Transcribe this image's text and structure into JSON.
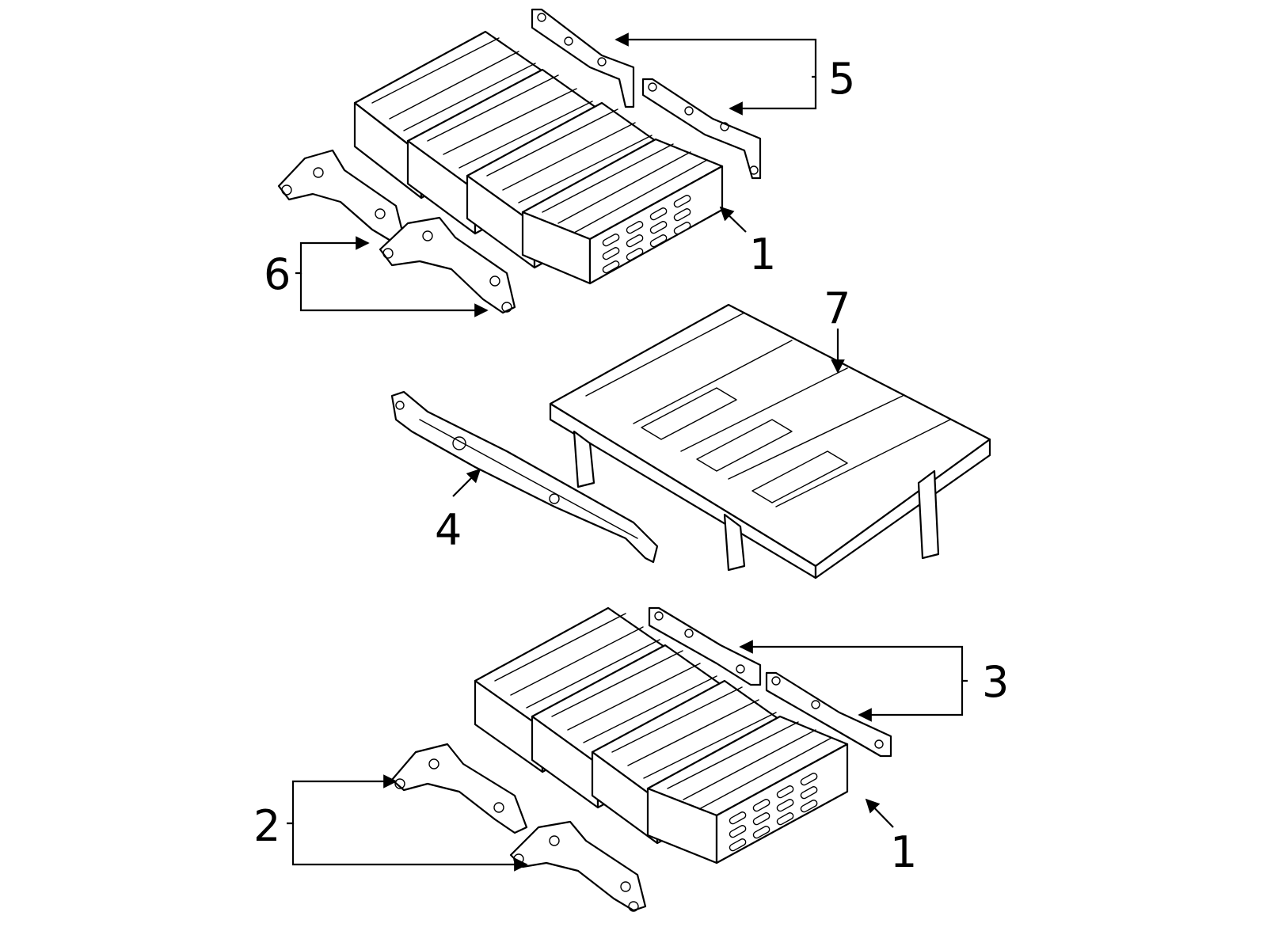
{
  "callouts": {
    "c1_top": "1",
    "c1_bottom": "1",
    "c2": "2",
    "c3": "3",
    "c4": "4",
    "c5": "5",
    "c6": "6",
    "c7": "7"
  },
  "line_color": "#000000",
  "background": "#ffffff"
}
